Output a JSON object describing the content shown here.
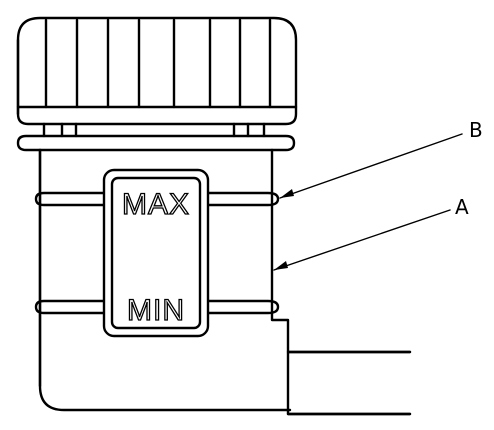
{
  "labels": {
    "max_mark": "MAX",
    "min_mark": "MIN",
    "callout_a": "A",
    "callout_b": "B"
  },
  "colors": {
    "line": "#000000",
    "background": "#ffffff"
  }
}
